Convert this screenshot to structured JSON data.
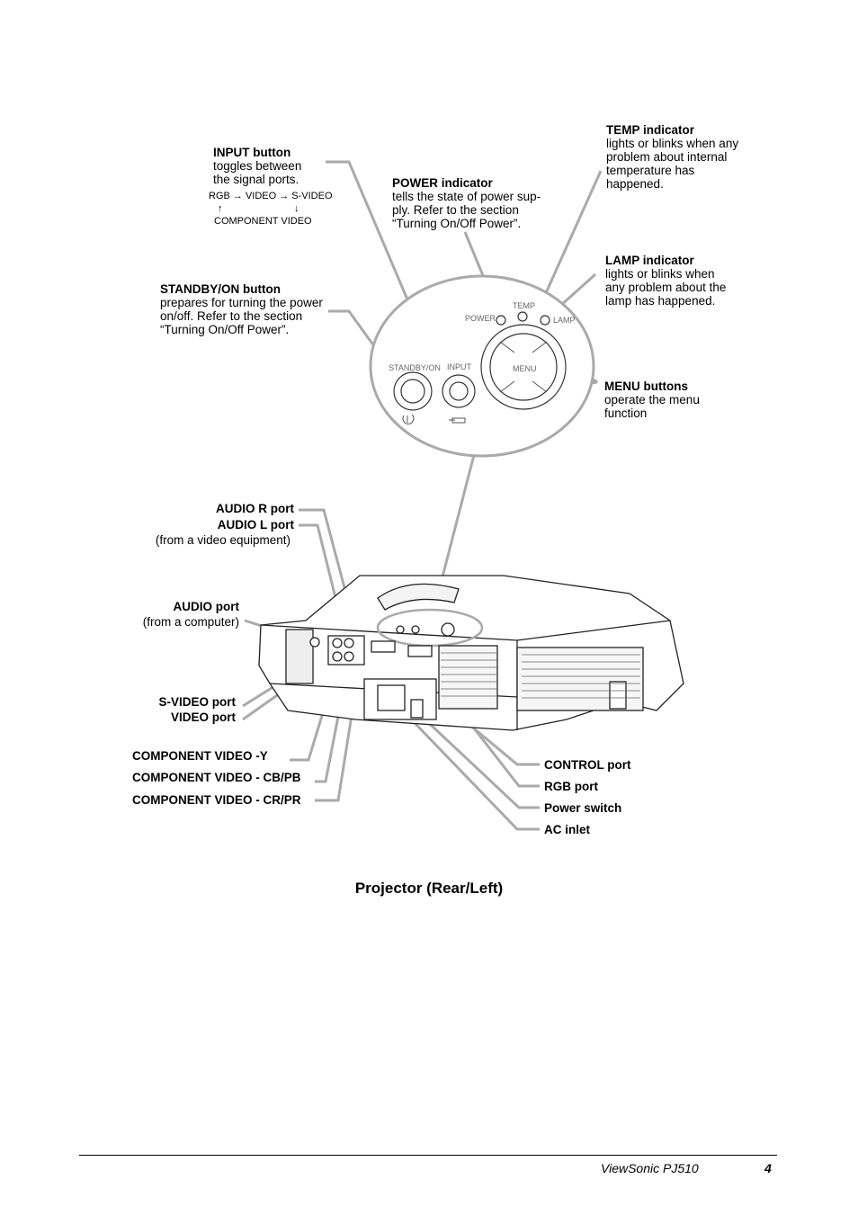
{
  "labels": {
    "input_button": {
      "title": "INPUT button",
      "desc": "toggles between\nthe signal ports."
    },
    "input_cycle": {
      "line1": "RGB → VIDEO → S-VIDEO",
      "arrows": "↑                          ↓",
      "line2": "COMPONENT VIDEO"
    },
    "power_indicator": {
      "title": "POWER indicator",
      "desc": "tells the state of power sup-\nply. Refer to the section\n“Turning On/Off Power”."
    },
    "temp_indicator": {
      "title": "TEMP indicator",
      "desc": "lights or blinks when any\nproblem about internal\ntemperature has\nhappened."
    },
    "lamp_indicator": {
      "title": "LAMP indicator",
      "desc": "lights or blinks when\nany problem about the\nlamp has happened."
    },
    "standby_button": {
      "title": "STANDBY/ON button",
      "desc": "prepares for turning the power\non/off. Refer to the section\n“Turning On/Off Power”."
    },
    "menu_buttons": {
      "title": "MENU buttons",
      "desc": "operate the menu\nfunction"
    },
    "audio_r": "AUDIO R port",
    "audio_l": "AUDIO L port",
    "audio_l_note": "(from a video equipment)",
    "audio_port": "AUDIO port",
    "audio_port_note": "(from a computer)",
    "svideo": "S-VIDEO port",
    "video": "VIDEO port",
    "comp_y": "COMPONENT VIDEO -Y",
    "comp_cb": "COMPONENT VIDEO - CB/PB",
    "comp_cr": "COMPONENT VIDEO - CR/PR",
    "control": "CONTROL port",
    "rgb": "RGB port",
    "power_switch": "Power switch",
    "ac_inlet": "AC inlet"
  },
  "panel": {
    "power": "POWER",
    "temp": "TEMP",
    "lamp": "LAMP",
    "standby": "STANDBY/ON",
    "input": "INPUT",
    "menu": "MENU"
  },
  "caption": "Projector (Rear/Left)",
  "footer": {
    "brand": "ViewSonic  PJ510",
    "page": "4"
  }
}
